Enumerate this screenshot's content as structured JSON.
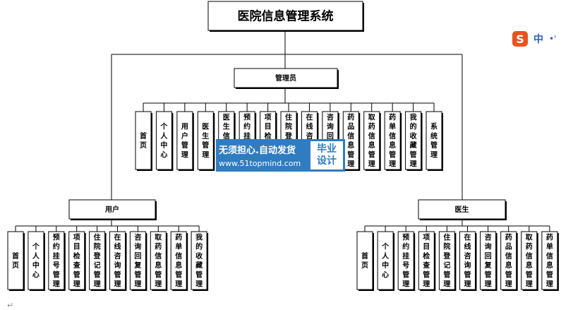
{
  "diagram": {
    "root": "医院信息管理系统",
    "admin": {
      "label": "管理员",
      "children": [
        "首页",
        "个人中心",
        "用户管理",
        "医生管理",
        "医生信息管理",
        "预约挂号管理",
        "项目检查管理",
        "住院登记管理",
        "在线咨询管理",
        "咨询回复管理",
        "药品信息管理",
        "取药信息管理",
        "药单信息管理",
        "我的收藏管理",
        "系统管理"
      ]
    },
    "user": {
      "label": "用户",
      "children": [
        "首页",
        "个人中心",
        "预约挂号管理",
        "项目检查管理",
        "住院登记管理",
        "在线咨询管理",
        "咨询回复管理",
        "取药信息管理",
        "药单信息管理",
        "我的收藏管理"
      ]
    },
    "doctor": {
      "label": "医生",
      "children": [
        "首页",
        "个人中心",
        "预约挂号管理",
        "项目检查管理",
        "住院登记管理",
        "在线咨询管理",
        "咨询回复管理",
        "药品信息管理",
        "取药信息管理",
        "药单信息管理"
      ]
    }
  },
  "watermark": {
    "slogan": "无须担心.自动发货",
    "url": "www.51topmind.com",
    "badge_line1": "毕业",
    "badge_line2": "设计",
    "color": "#2f7cc0"
  },
  "ime_toolbar": {
    "logo": "S",
    "mode": "中",
    "dots": "•'"
  },
  "paragraph_mark": "↵"
}
